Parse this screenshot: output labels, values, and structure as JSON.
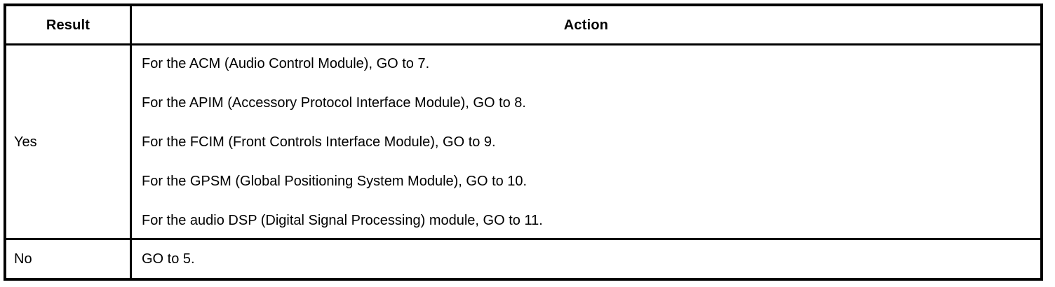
{
  "table": {
    "name": "diagnostic-decision-table",
    "columns": [
      {
        "key": "result",
        "label": "Result",
        "align": "center"
      },
      {
        "key": "action",
        "label": "Action",
        "align": "center"
      }
    ],
    "rows": [
      {
        "result": "Yes",
        "actions": [
          "For the ACM (Audio Control Module), GO to 7.",
          "For the APIM (Accessory Protocol Interface Module), GO to 8.",
          "For the FCIM (Front Controls Interface Module), GO to 9.",
          "For the GPSM (Global Positioning System Module), GO to 10.",
          "For the audio DSP (Digital Signal Processing) module, GO to 11."
        ]
      },
      {
        "result": "No",
        "actions": [
          "GO to 5."
        ]
      }
    ]
  },
  "style": {
    "border_color": "#000000",
    "text_color": "#000000",
    "background": "#ffffff"
  }
}
